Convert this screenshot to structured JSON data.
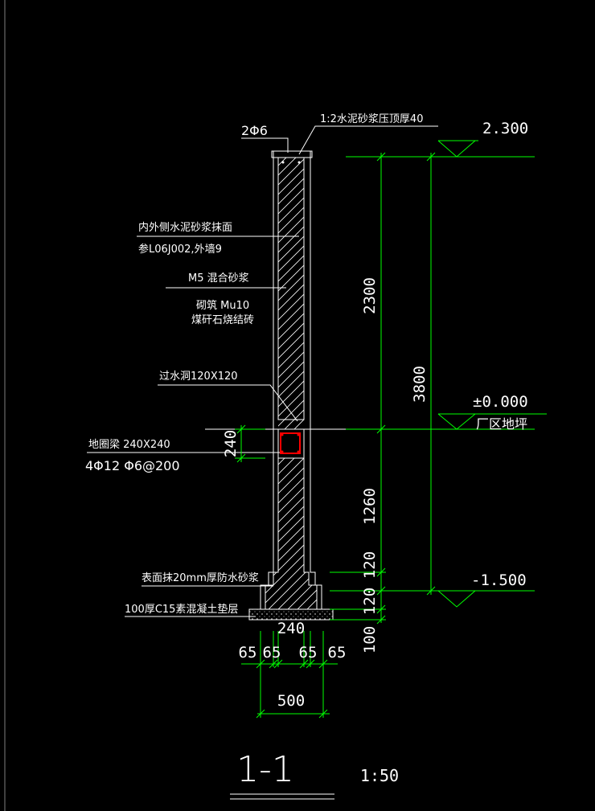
{
  "drawing": {
    "callouts": {
      "rebar_top": "2Φ6",
      "mortar_cap": "1:2水泥砂浆压顶厚40",
      "plaster_line1": "内外侧水泥砂浆抹面",
      "plaster_line2": "参L06J002,外墙9",
      "mortar": "M5  混合砂浆",
      "masonry_line1": "砌筑  Mu10",
      "masonry_line2": "煤矸石烧结砖",
      "drain_hole": "过水洞120X120",
      "ground_beam_line1": "地圈梁 240X240",
      "ground_beam_line2": "4Φ12  Φ6@200",
      "waterproof": "表面抹20mm厚防水砂浆",
      "cushion": "100厚C15素混凝土垫层"
    },
    "elevations": {
      "top": "2.300",
      "zero": "±0.000",
      "zero_note": "厂区地坪",
      "bottom": "-1.500"
    },
    "dimensions": {
      "d2300": "2300",
      "d3800": "3800",
      "d240": "240",
      "d1260": "1260",
      "d120a": "120",
      "d120b": "120",
      "d100": "100",
      "w240": "240",
      "w65a": "65",
      "w65b": "65",
      "w65c": "65",
      "w65d": "65",
      "w500": "500"
    },
    "title": {
      "section": "1-1",
      "scale": "1:50"
    },
    "colors": {
      "line": "#ffffff",
      "dimension": "#00ff00",
      "beam": "#ff0000",
      "background": "#000000"
    }
  }
}
